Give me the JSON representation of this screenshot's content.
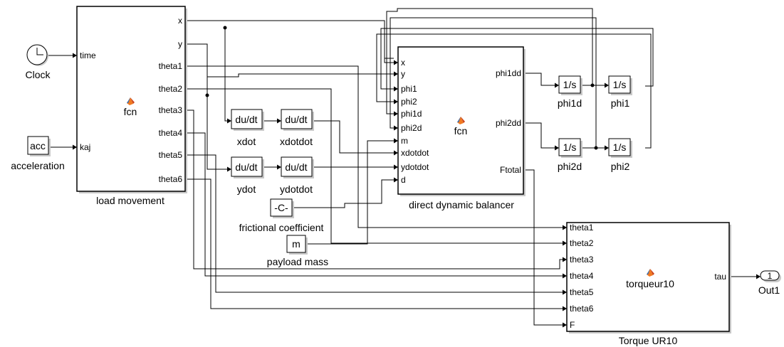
{
  "load_movement": {
    "name": "load movement",
    "fcn": "fcn",
    "inputs": [
      "time",
      "kaj"
    ],
    "outputs": [
      "x",
      "y",
      "theta1",
      "theta2",
      "theta3",
      "theta4",
      "theta5",
      "theta6"
    ]
  },
  "clock": {
    "name": "Clock"
  },
  "acceleration": {
    "symbol": "acc",
    "name": "acceleration"
  },
  "xdot": {
    "symbol": "du/dt",
    "name": "xdot"
  },
  "xdotdot": {
    "symbol": "du/dt",
    "name": "xdotdot"
  },
  "ydot": {
    "symbol": "du/dt",
    "name": "ydot"
  },
  "ydotdot": {
    "symbol": "du/dt",
    "name": "ydotdot"
  },
  "frictional_coefficient": {
    "symbol": "-C-",
    "name": "frictional coefficient"
  },
  "payload_mass": {
    "symbol": "m",
    "name": "payload mass"
  },
  "balancer": {
    "name": "direct dynamic balancer",
    "fcn": "fcn",
    "inputs": [
      "x",
      "y",
      "phi1",
      "phi2",
      "phi1d",
      "phi2d",
      "m",
      "xdotdot",
      "ydotdot",
      "d"
    ],
    "outputs": [
      "phi1dd",
      "phi2dd",
      "Ftotal"
    ]
  },
  "phi1d": {
    "symbol": "1/s",
    "name": "phi1d"
  },
  "phi1": {
    "symbol": "1/s",
    "name": "phi1"
  },
  "phi2d": {
    "symbol": "1/s",
    "name": "phi2d"
  },
  "phi2": {
    "symbol": "1/s",
    "name": "phi2"
  },
  "torque": {
    "name": "Torque UR10",
    "fcn": "torqueur10",
    "inputs": [
      "theta1",
      "theta2",
      "theta3",
      "theta4",
      "theta5",
      "theta6",
      "F"
    ],
    "outputs": [
      "tau"
    ]
  },
  "out1": {
    "symbol": "1",
    "name": "Out1"
  }
}
